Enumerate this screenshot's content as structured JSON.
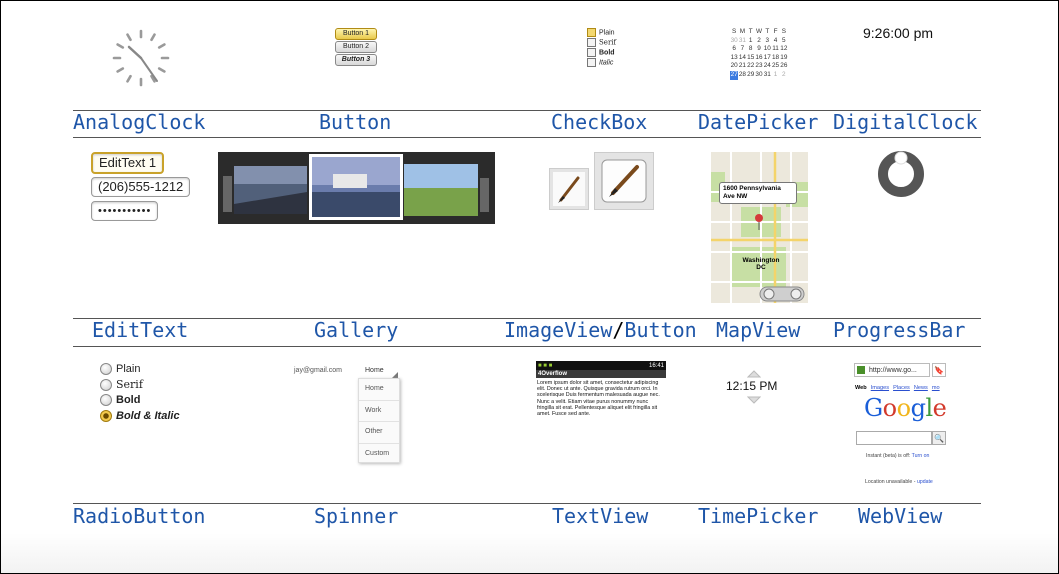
{
  "labels": {
    "analog_clock": "AnalogClock",
    "button": "Button",
    "checkbox": "CheckBox",
    "date_picker": "DatePicker",
    "digital_clock": "DigitalClock",
    "edit_text": "EditText",
    "gallery": "Gallery",
    "image_view": "ImageView",
    "slash": "/",
    "image_button": "Button",
    "map_view": "MapView",
    "progress_bar": "ProgressBar",
    "radio_button": "RadioButton",
    "spinner": "Spinner",
    "text_view": "TextView",
    "time_picker": "TimePicker",
    "web_view": "WebView"
  },
  "buttons": {
    "button1": "Button 1",
    "button2": "Button 2",
    "button3": "Button 3"
  },
  "checkboxes": [
    {
      "label": "Plain",
      "checked": true
    },
    {
      "label": "Serif",
      "checked": false
    },
    {
      "label": "Bold",
      "checked": false
    },
    {
      "label": "Italic",
      "checked": false
    }
  ],
  "date_picker": {
    "header": [
      "S",
      "M",
      "T",
      "W",
      "T",
      "F",
      "S"
    ],
    "weeks": [
      [
        "30",
        "31",
        "1",
        "2",
        "3",
        "4",
        "5"
      ],
      [
        "6",
        "7",
        "8",
        "9",
        "10",
        "11",
        "12"
      ],
      [
        "13",
        "14",
        "15",
        "16",
        "17",
        "18",
        "19"
      ],
      [
        "20",
        "21",
        "22",
        "23",
        "24",
        "25",
        "26"
      ],
      [
        "27",
        "28",
        "29",
        "30",
        "31",
        "1",
        "2"
      ]
    ],
    "today": "27"
  },
  "digital_clock": {
    "time": "9:26:00 pm"
  },
  "edit_texts": {
    "field1": "EditText 1",
    "field2": "(206)555-1212",
    "field3": "•••••••••••"
  },
  "map": {
    "callout": "1600 Pennsylvania Ave NW",
    "city": "Washington DC"
  },
  "radios": [
    {
      "label": "Plain",
      "checked": false
    },
    {
      "label": "Serif",
      "checked": false
    },
    {
      "label": "Bold",
      "checked": false
    },
    {
      "label": "Bold & Italic",
      "checked": true
    }
  ],
  "spinner": {
    "email": "jay@gmail.com",
    "selected": "Home",
    "options": [
      "Home",
      "Work",
      "Other",
      "Custom"
    ]
  },
  "text_view": {
    "time": "16:41",
    "title": "4Overflow",
    "body": "Lorem ipsum dolor sit amet, consectetur adipiscing elit. Donec ut ante. Quisque gravida rutrum orci. In scelerisque Duis fermentum malesuada augue nec. Nunc a velit. Etiam vitae purus nonummy nunc fringilla sit erat. Pellentesque aliquet elit fringilla sit amet. Fusce sed ante."
  },
  "time_picker": {
    "time": "12:15 PM"
  },
  "web_view": {
    "url": "http://www.go...",
    "nav": [
      "Web",
      "Images",
      "Places",
      "News",
      "mo"
    ],
    "logo": "Google",
    "instant": "Instant (beta) is off:",
    "turn_on": "Turn on",
    "location": "Location unavailable -",
    "update": "update"
  },
  "colors": {
    "label_blue": "#1f56a8",
    "focus_gold": "#c9a22a"
  }
}
